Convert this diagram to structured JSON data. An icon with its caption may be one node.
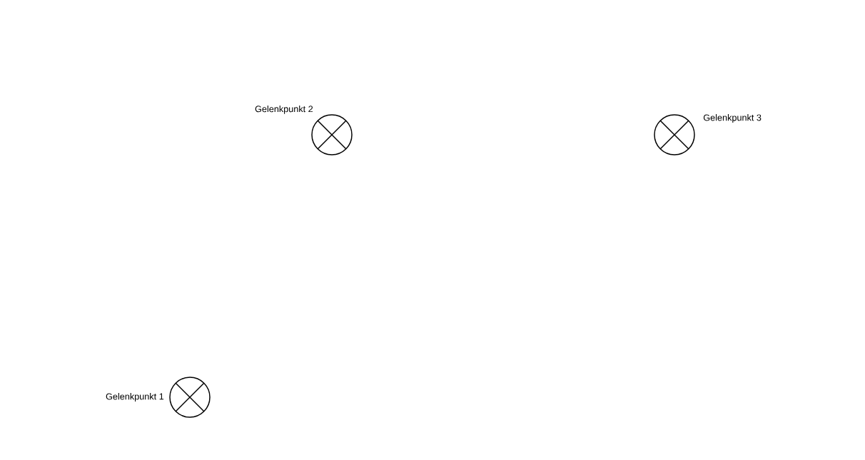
{
  "diagram": {
    "nodes": [
      {
        "text": [],
        "shape": "circle",
        "beside": [
          "Gelenkpunkt 1"
        ]
      },
      {
        "text": [],
        "shape": "circle",
        "beside": [
          "Gelenkpunkt 2"
        ]
      },
      {
        "text": [],
        "shape": "circle",
        "beside": [
          "Gelenkpunkt 3"
        ]
      }
    ]
  }
}
